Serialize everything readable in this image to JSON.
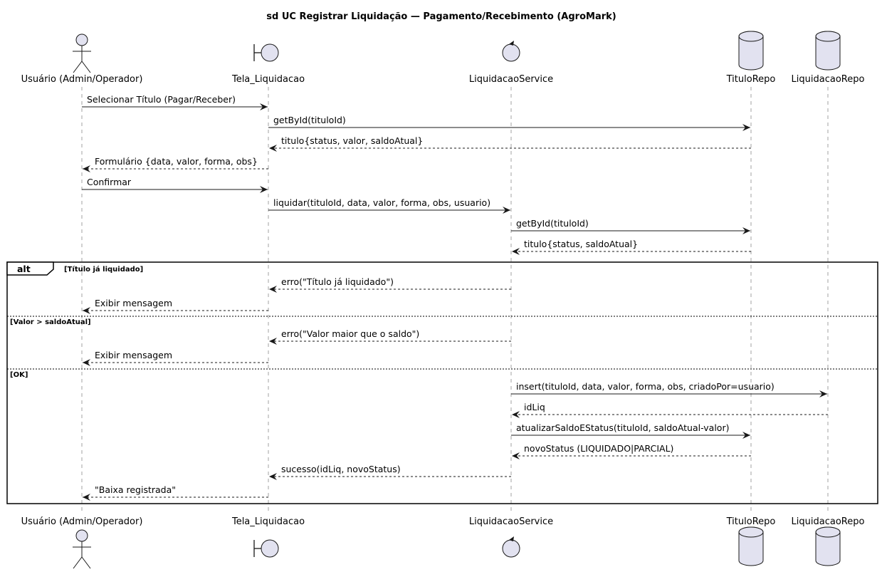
{
  "diagram": {
    "title": "sd UC Registrar Liquidação — Pagamento/Recebimento (AgroMark)",
    "participants": [
      {
        "id": "user",
        "name": "Usuário (Admin/Operador)",
        "type": "actor"
      },
      {
        "id": "tela",
        "name": "Tela_Liquidacao",
        "type": "boundary"
      },
      {
        "id": "svc",
        "name": "LiquidacaoService",
        "type": "control"
      },
      {
        "id": "titrepo",
        "name": "TituloRepo",
        "type": "database"
      },
      {
        "id": "liqrepo",
        "name": "LiquidacaoRepo",
        "type": "database"
      }
    ],
    "messages": [
      {
        "from": "user",
        "to": "tela",
        "text": "Selecionar Título (Pagar/Receber)",
        "kind": "sync"
      },
      {
        "from": "tela",
        "to": "titrepo",
        "text": "getById(tituloId)",
        "kind": "sync"
      },
      {
        "from": "titrepo",
        "to": "tela",
        "text": "titulo{status, valor, saldoAtual}",
        "kind": "reply"
      },
      {
        "from": "tela",
        "to": "user",
        "text": "Formulário {data, valor, forma, obs}",
        "kind": "reply"
      },
      {
        "from": "user",
        "to": "tela",
        "text": "Confirmar",
        "kind": "sync"
      },
      {
        "from": "tela",
        "to": "svc",
        "text": "liquidar(tituloId, data, valor, forma, obs, usuario)",
        "kind": "sync"
      },
      {
        "from": "svc",
        "to": "titrepo",
        "text": "getById(tituloId)",
        "kind": "sync"
      },
      {
        "from": "titrepo",
        "to": "svc",
        "text": "titulo{status, saldoAtual}",
        "kind": "reply"
      },
      {
        "from": "svc",
        "to": "tela",
        "text": "erro(\"Título já liquidado\")",
        "kind": "reply"
      },
      {
        "from": "tela",
        "to": "user",
        "text": "Exibir mensagem",
        "kind": "reply"
      },
      {
        "from": "svc",
        "to": "tela",
        "text": "erro(\"Valor maior que o saldo\")",
        "kind": "reply"
      },
      {
        "from": "tela",
        "to": "user",
        "text": "Exibir mensagem",
        "kind": "reply"
      },
      {
        "from": "svc",
        "to": "liqrepo",
        "text": "insert(tituloId, data, valor, forma, obs, criadoPor=usuario)",
        "kind": "sync"
      },
      {
        "from": "liqrepo",
        "to": "svc",
        "text": "idLiq",
        "kind": "reply"
      },
      {
        "from": "svc",
        "to": "titrepo",
        "text": "atualizarSaldoEStatus(tituloId, saldoAtual-valor)",
        "kind": "sync"
      },
      {
        "from": "titrepo",
        "to": "svc",
        "text": "novoStatus (LIQUIDADO|PARCIAL)",
        "kind": "reply"
      },
      {
        "from": "svc",
        "to": "tela",
        "text": "sucesso(idLiq, novoStatus)",
        "kind": "reply"
      },
      {
        "from": "tela",
        "to": "user",
        "text": "\"Baixa registrada\"",
        "kind": "reply"
      }
    ],
    "alt": {
      "label": "alt",
      "guards": [
        "[Título já liquidado]",
        "[Valor > saldoAtual]",
        "[OK]"
      ]
    }
  }
}
